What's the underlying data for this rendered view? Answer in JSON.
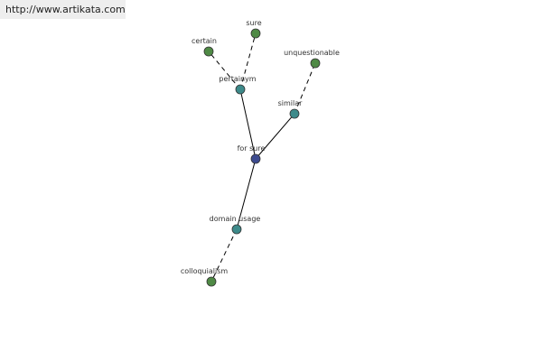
{
  "watermark": {
    "text": "http://www.artikata.com"
  },
  "graph": {
    "center": "for sure",
    "colors": {
      "center": "#3d4b8f",
      "relation": "#3d8a8a",
      "word": "#4f8a45",
      "node_stroke": "#333333",
      "edge": "#000000"
    },
    "nodes": {
      "for_sure": "for sure",
      "pertainym": "pertainym",
      "similar": "similar",
      "domain_usage": "domain usage",
      "certain": "certain",
      "sure": "sure",
      "unquestionable": "unquestionable",
      "colloquialism": "colloquialism"
    },
    "edges": [
      {
        "from": "for_sure",
        "to": "pertainym",
        "style": "solid"
      },
      {
        "from": "for_sure",
        "to": "similar",
        "style": "solid"
      },
      {
        "from": "for_sure",
        "to": "domain_usage",
        "style": "solid"
      },
      {
        "from": "pertainym",
        "to": "certain",
        "style": "dashed"
      },
      {
        "from": "pertainym",
        "to": "sure",
        "style": "dashed"
      },
      {
        "from": "similar",
        "to": "unquestionable",
        "style": "dashed"
      },
      {
        "from": "domain_usage",
        "to": "colloquialism",
        "style": "dashed"
      }
    ]
  }
}
